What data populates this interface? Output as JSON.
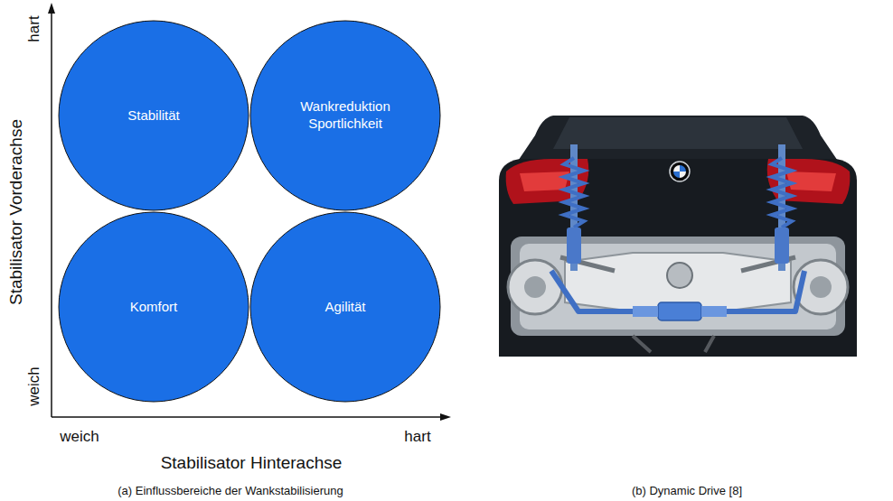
{
  "diagram": {
    "nodes": [
      {
        "text": [
          "Stabilität"
        ]
      },
      {
        "text": [
          "Wankreduktion Sportlichkeit"
        ]
      },
      {
        "text": [
          "Komfort"
        ]
      },
      {
        "text": [
          "Agilität"
        ]
      }
    ],
    "labels": [
      "hart",
      "Stabilisator Vorderachse",
      "weich",
      "weich",
      "hart",
      "Stabilisator Hinterachse",
      "(a) Einflussbereiche der Wankstabilisierung",
      "(b) Dynamic Drive [8]"
    ]
  }
}
